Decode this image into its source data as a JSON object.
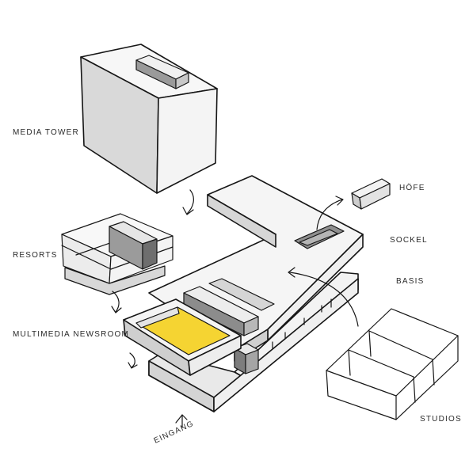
{
  "labels": {
    "media_tower": "MEDIA TOWER",
    "resorts": "RESORTS",
    "multimedia_newsroom": "MULTIMEDIA NEWSROOM",
    "eingang": "EINGANG",
    "hoefe": "HÖFE",
    "sockel": "SOCKEL",
    "basis": "BASIS",
    "studios": "STUDIOS"
  },
  "colors": {
    "ink": "#161616",
    "face_light": "#f2f2f2",
    "face_mid": "#d8d8d8",
    "face_dark": "#a8a8a8",
    "face_darker": "#8a8a8a",
    "newsroom_highlight": "#f5d432"
  }
}
